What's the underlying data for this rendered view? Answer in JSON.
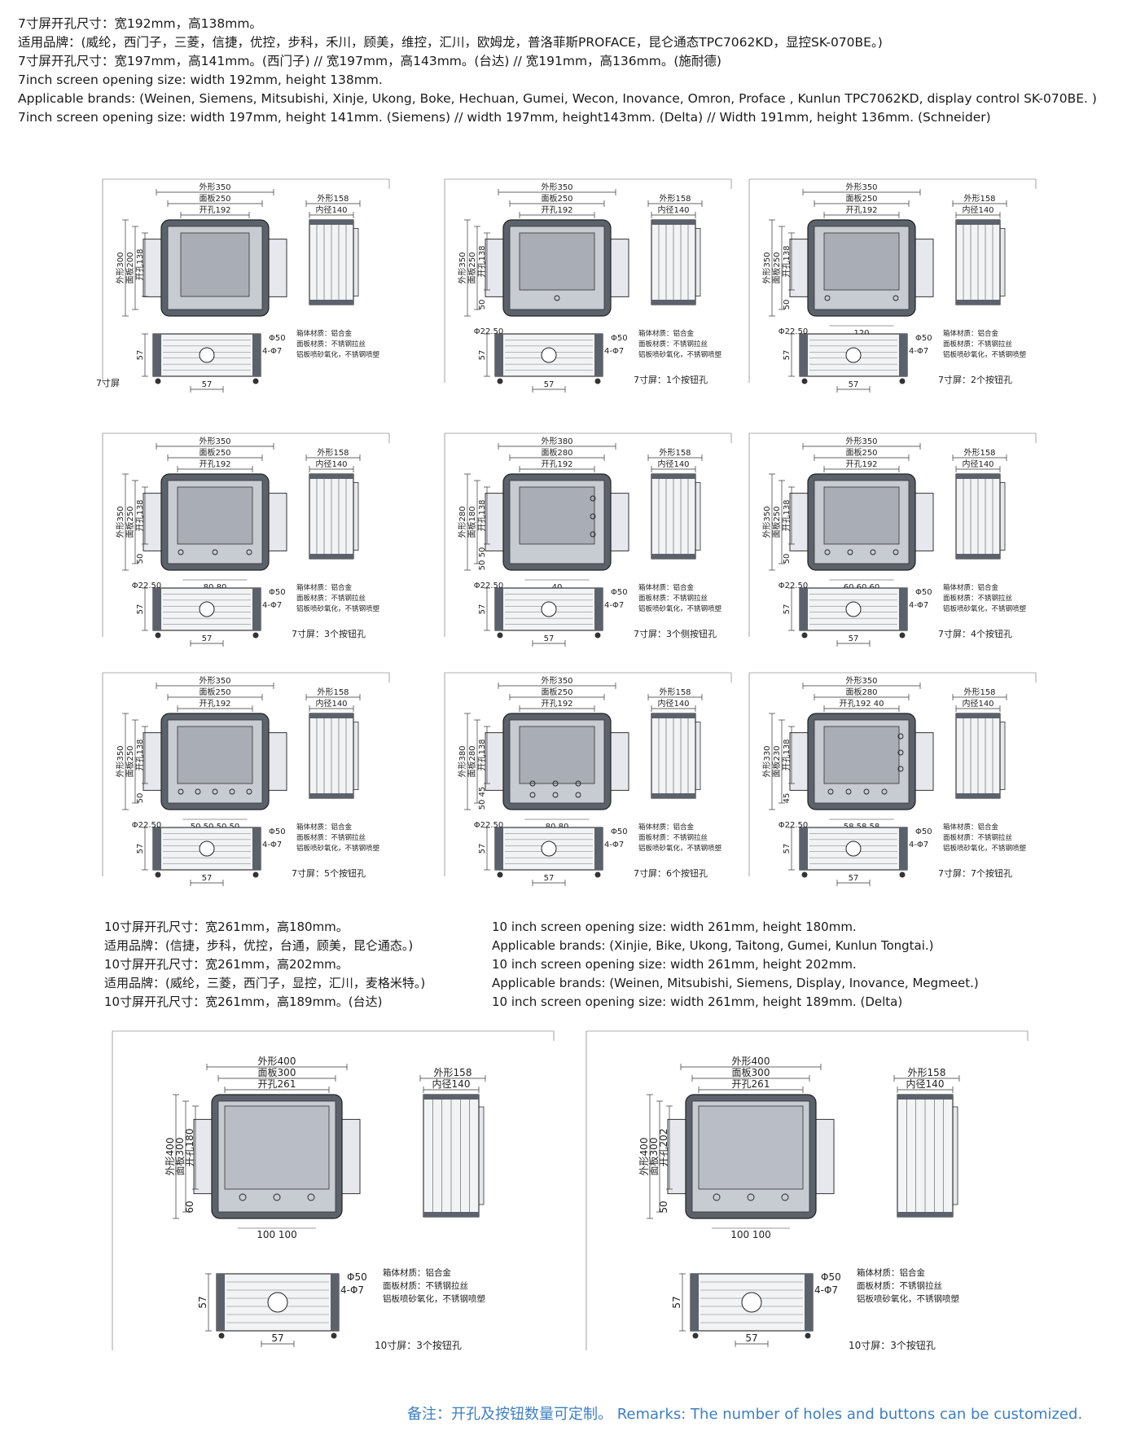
{
  "intro": [
    "7寸屏开孔尺寸：宽192mm，高138mm。",
    "适用品牌：(威纶，西门子，三菱，信捷，优控，步科，禾川，顾美，维控，汇川，欧姆龙，普洛菲斯PROFACE，昆仑通态TPC7062KD，显控SK-070BE。)",
    "7寸屏开孔尺寸：宽197mm，高141mm。(西门子) // 宽197mm，高143mm。(台达) // 宽191mm，高136mm。(施耐德)",
    "7inch screen opening size: width 192mm, height 138mm.",
    "Applicable  brands: (Weinen, Siemens, Mitsubishi, Xinje, Ukong, Boke, Hechuan, Gumei, Wecon, Inovance, Omron, Proface , Kunlun TPC7062KD, display control SK-070BE. )",
    "7inch screen opening size: width 197mm, height 141mm. (Siemens) // width 197mm, height143mm. (Delta) // Width 191mm, height 136mm. (Schneider)"
  ],
  "common": {
    "side_outer": "外形158",
    "side_inner": "内径140",
    "phi50": "Φ50",
    "holes": "4-Φ7",
    "dim57": "57",
    "phi2250": "Φ22.50",
    "note1": "箱体材质：铝合金",
    "note2": "面板材质：不锈钢拉丝",
    "note3": "铝板喷砂氧化，不锈钢喷塑"
  },
  "panels": [
    {
      "outer": "外形350",
      "panel": "面板250",
      "cut": "开孔192",
      "vouter": "外形300",
      "vpanel": "面板200",
      "vcut": "开孔138",
      "vb": "",
      "spacing": "",
      "caption": "7寸屏",
      "phi": ""
    },
    {
      "outer": "外形350",
      "panel": "面板250",
      "cut": "开孔192",
      "vouter": "外形350",
      "vpanel": "面板250",
      "vcut": "开孔138",
      "vb": "50",
      "spacing": "",
      "caption": "7寸屏：1个按钮孔",
      "phi": "Φ22.50"
    },
    {
      "outer": "外形350",
      "panel": "面板250",
      "cut": "开孔192",
      "vouter": "外形350",
      "vpanel": "面板250",
      "vcut": "开孔138",
      "vb": "50",
      "spacing": "120",
      "caption": "7寸屏：2个按钮孔",
      "phi": "Φ22.50"
    },
    {
      "outer": "外形350",
      "panel": "面板250",
      "cut": "开孔192",
      "vouter": "外形350",
      "vpanel": "面板250",
      "vcut": "开孔138",
      "vb": "50",
      "spacing": "80   80",
      "caption": "7寸屏：3个按钮孔",
      "phi": "Φ22.50"
    },
    {
      "outer": "外形380",
      "panel": "面板280",
      "cut": "开孔192",
      "vouter": "外形280",
      "vpanel": "面板180",
      "vcut": "开孔138",
      "vb": "50 50",
      "spacing": "40",
      "caption": "7寸屏：3个侧按钮孔",
      "phi": "Φ22.50"
    },
    {
      "outer": "外形350",
      "panel": "面板250",
      "cut": "开孔192",
      "vouter": "外形350",
      "vpanel": "面板250",
      "vcut": "开孔138",
      "vb": "50",
      "spacing": "60  60  60",
      "caption": "7寸屏：4个按钮孔",
      "phi": "Φ22.50"
    },
    {
      "outer": "外形350",
      "panel": "面板250",
      "cut": "开孔192",
      "vouter": "外形350",
      "vpanel": "面板250",
      "vcut": "开孔138",
      "vb": "50",
      "spacing": "50  50  50  50",
      "caption": "7寸屏：5个按钮孔",
      "phi": "Φ22.50"
    },
    {
      "outer": "外形350",
      "panel": "面板250",
      "cut": "开孔192",
      "vouter": "外形380",
      "vpanel": "面板280",
      "vcut": "开孔138",
      "vb": "50 45",
      "spacing": "80   80",
      "caption": "7寸屏：6个按钮孔",
      "phi": "Φ22.50"
    },
    {
      "outer": "外形350",
      "panel": "面板280",
      "cut": "开孔192  40",
      "vouter": "外形330",
      "vpanel": "面板230",
      "vcut": "开孔138",
      "vb": "45",
      "spacing": "58  58  58",
      "caption": "7寸屏：7个按钮孔",
      "phi": "Φ22.50"
    }
  ],
  "ten_cn": [
    "10寸屏开孔尺寸：宽261mm，高180mm。",
    "适用品牌：(信捷，步科，优控，台通，顾美，昆仑通态。)",
    "10寸屏开孔尺寸：宽261mm，高202mm。",
    "适用品牌：(威纶，三菱，西门子，显控，汇川，麦格米特。)",
    "10寸屏开孔尺寸：宽261mm，高189mm。(台达)"
  ],
  "ten_en": [
    "10 inch screen opening size: width 261mm, height 180mm.",
    "Applicable brands: (Xinjie, Bike, Ukong, Taitong, Gumei, Kunlun Tongtai.)",
    "10 inch screen opening size: width 261mm, height 202mm.",
    "Applicable brands: (Weinen, Mitsubishi, Siemens, Display, Inovance, Megmeet.)",
    "10 inch screen opening size: width 261mm, height 189mm. (Delta)"
  ],
  "big_panels": [
    {
      "outer": "外形400",
      "panel": "面板300",
      "cut": "开孔261",
      "vouter": "外形400",
      "vpanel": "面板300",
      "vcut": "开孔180",
      "vb": "60",
      "spacing": "100   100",
      "caption": "10寸屏：3个按钮孔"
    },
    {
      "outer": "外形400",
      "panel": "面板300",
      "cut": "开孔261",
      "vouter": "外形400",
      "vpanel": "面板300",
      "vcut": "开孔202",
      "vb": "50",
      "spacing": "100   100",
      "caption": "10寸屏：3个按钮孔"
    }
  ],
  "remark": "备注：开孔及按钮数量可定制。 Remarks: The number of holes and buttons can be customized."
}
